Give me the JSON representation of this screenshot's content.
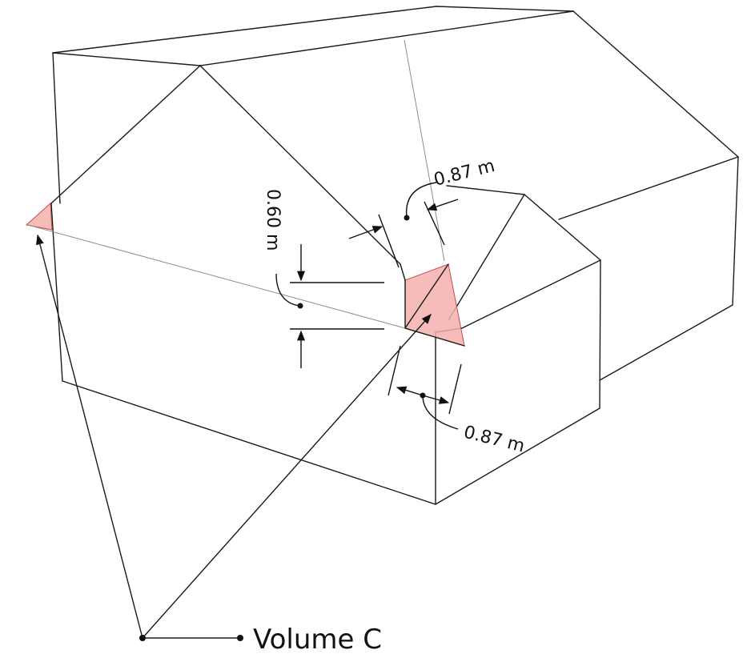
{
  "dimensions": {
    "dim_top": "0.87 m",
    "dim_vertical": "0.60 m",
    "dim_bottom": "0.87 m"
  },
  "callout": {
    "label": "Volume C"
  }
}
